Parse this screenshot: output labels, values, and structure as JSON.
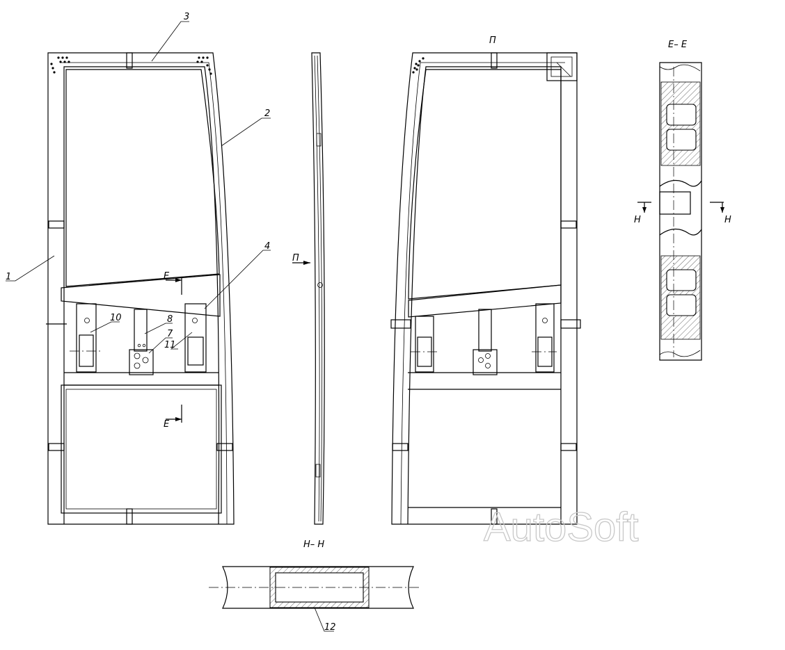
{
  "callouts": {
    "n1": "1",
    "n2": "2",
    "n3": "3",
    "n4": "4",
    "n7": "7",
    "n8": "8",
    "n10": "10",
    "n11": "11",
    "n12": "12"
  },
  "section_marks": {
    "e_upper": "E",
    "e_lower": "E",
    "view_p": "П",
    "view_p_arrow": "П",
    "h_left": "H",
    "h_right": "H"
  },
  "view_titles": {
    "section_ee": "E– E",
    "section_hh": "H– H"
  },
  "watermark": "AutoSoft"
}
